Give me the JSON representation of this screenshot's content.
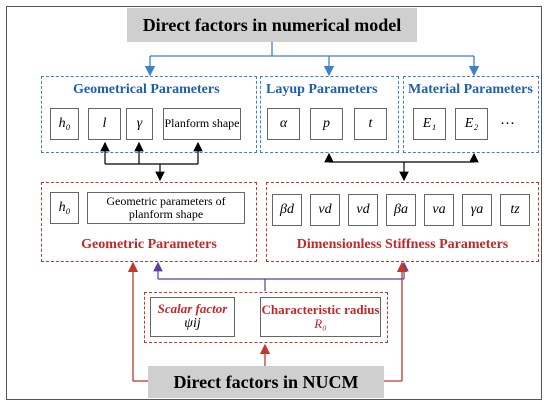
{
  "top_title": "Direct factors in numerical model",
  "bottom_title": "Direct factors in NUCM",
  "geometrical": {
    "title": "Geometrical Parameters",
    "cells": [
      "h₀",
      "l",
      "γ"
    ],
    "planform_shape": "Planform shape"
  },
  "layup": {
    "title": "Layup Parameters",
    "cells": [
      "α",
      "p",
      "t"
    ]
  },
  "material": {
    "title": "Material Parameters",
    "cells": [
      "E₁",
      "E₂"
    ],
    "ellipsis": "···"
  },
  "geometric": {
    "title": "Geometric Parameters",
    "h0": "h₀",
    "planform_params": "Geometric parameters of planform shape"
  },
  "dimensionless": {
    "title": "Dimensionless Stiffness Parameters",
    "cells": [
      "βd",
      "vd",
      "vd",
      "βa",
      "va",
      "γa",
      "tz"
    ]
  },
  "nucm": {
    "scalar_factor": "Scalar factor",
    "scalar_symbol": "ψij",
    "radius_label": "Characteristic radius",
    "radius_symbol": "R₀"
  },
  "colors": {
    "blue": "#3f7fd0",
    "red": "#c0392b",
    "black": "#000000",
    "purple": "#5b3fa0",
    "grey": "#cfcfcf"
  }
}
